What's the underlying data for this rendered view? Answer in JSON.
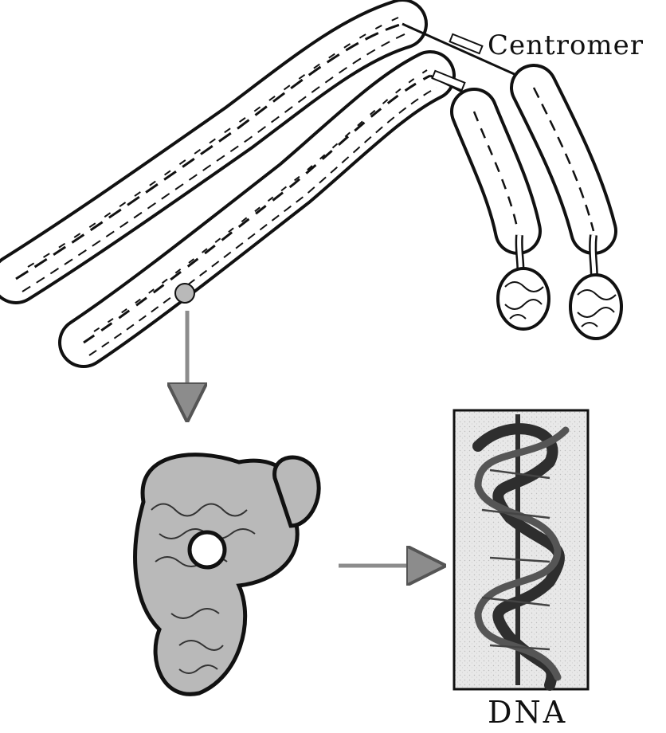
{
  "labels": {
    "centromere": "Centromer",
    "dna": "DNA"
  },
  "colors": {
    "outline": "#111111",
    "chromatid_fill": "#ffffff",
    "loop_fill": "#b9b9b9",
    "arrow": "#8c8c8c",
    "dna_backbone": "#2e2e2e",
    "dna_panel": "#e6e6e6"
  },
  "structure": {
    "chromatids": 2,
    "arms_per_chromatid": 2
  }
}
